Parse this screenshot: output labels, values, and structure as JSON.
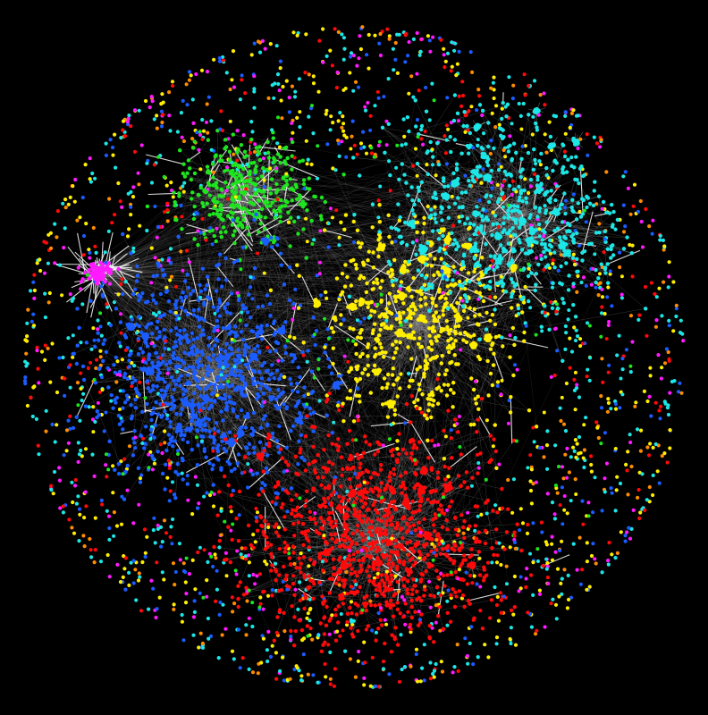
{
  "background": "#000000",
  "edge_colors": {
    "dense": "#9a9a9a",
    "highlight": "#ffffff"
  },
  "clusters": [
    {
      "id": "green",
      "color": "#1ee61e",
      "nodes": 340
    },
    {
      "id": "blue",
      "color": "#1a5cff",
      "nodes": 900
    },
    {
      "id": "red",
      "color": "#ff0a0a",
      "nodes": 1000
    },
    {
      "id": "yellow",
      "color": "#ffee00",
      "nodes": 560
    },
    {
      "id": "cyan",
      "color": "#1de6e6",
      "nodes": 560
    },
    {
      "id": "magenta",
      "color": "#ff1aff",
      "nodes": 60
    }
  ],
  "periphery": {
    "colors": [
      "#1de6e6",
      "#ffee00",
      "#1a5cff",
      "#ff0a0a",
      "#ff1aff",
      "#ff8c00",
      "#1de6e6",
      "#ffee00"
    ],
    "nodes": 1600
  },
  "hubs": [
    {
      "cluster": "cyan",
      "count": 22
    },
    {
      "cluster": "yellow",
      "count": 18
    },
    {
      "cluster": "blue",
      "count": 12
    },
    {
      "cluster": "red",
      "count": 12
    },
    {
      "cluster": "magenta",
      "count": 3
    }
  ]
}
